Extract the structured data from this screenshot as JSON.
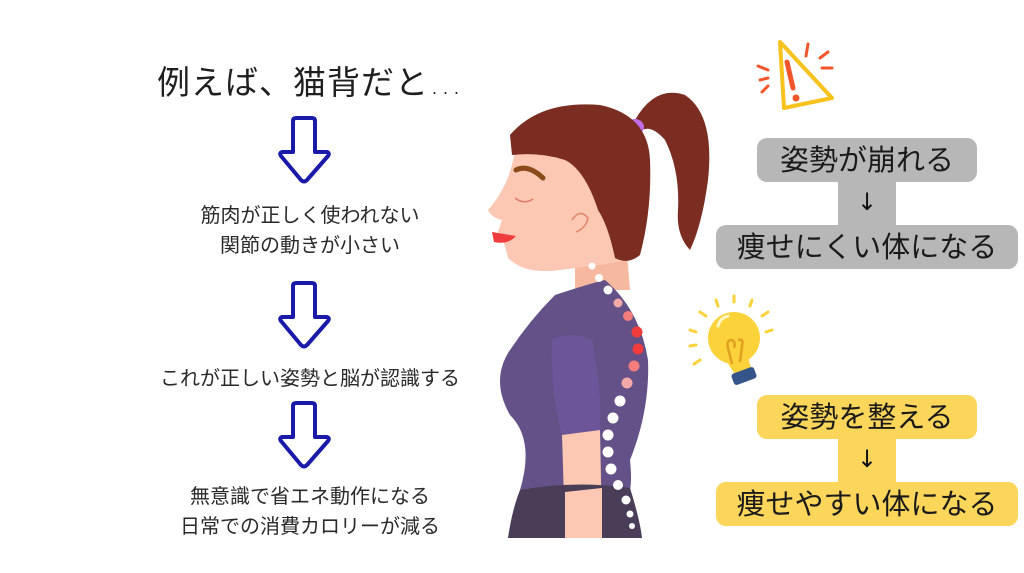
{
  "left_panel": {
    "title": "例えば、猫背だと…",
    "steps": [
      {
        "lines": [
          "筋肉が正しく使われない",
          "関節の動きが小さい"
        ]
      },
      {
        "lines": [
          "これが正しい姿勢と脳が認識する"
        ]
      },
      {
        "lines": [
          "無意識で省エネ動作になる",
          "日常での消費カロリーが減る"
        ]
      }
    ],
    "arrow_color": "#1a1aa8",
    "arrow_icon": "hollow-down-arrow"
  },
  "illustration": {
    "subject": "woman-profile-posture",
    "hair_color": "#7a2d20",
    "skin_color": "#fcc8b4",
    "shirt_color": "#635188",
    "pants_color": "#4a3d58",
    "spine_dot_colors": [
      "#ffffff",
      "#f4a9a9",
      "#f47c7c",
      "#f03c3c"
    ]
  },
  "warning_block": {
    "icon": "warning-triangle-icon",
    "icon_colors": {
      "triangle": "#f7c21c",
      "mark": "#f0562a"
    },
    "top": "姿勢が崩れる",
    "arrow": "↓",
    "bottom": "痩せにくい体になる",
    "bg": "#b7b7b7"
  },
  "solution_block": {
    "icon": "lightbulb-icon",
    "icon_colors": {
      "bulb": "#fcd23a",
      "base": "#34548a"
    },
    "top": "姿勢を整える",
    "arrow": "↓",
    "bottom": "痩せやすい体になる",
    "bg": "#fbd65a"
  }
}
